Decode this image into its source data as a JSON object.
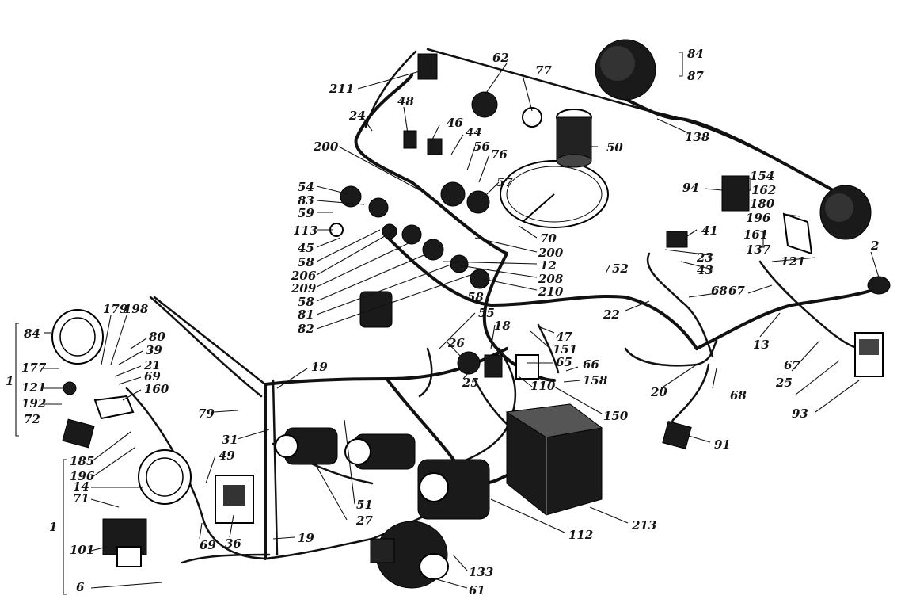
{
  "labels": {
    "l211": "211",
    "l62": "62",
    "l77": "77",
    "l84a": "84",
    "l87": "87",
    "l24": "24",
    "l48": "48",
    "l46": "46",
    "l44": "44",
    "l56": "56",
    "l76": "76",
    "l50": "50",
    "l138": "138",
    "l200a": "200",
    "l57": "57",
    "l54": "54",
    "l83": "83",
    "l59": "59",
    "l113": "113",
    "l45": "45",
    "l58a": "58",
    "l206": "206",
    "l209": "209",
    "l58b": "58",
    "l81": "81",
    "l82": "82",
    "l70": "70",
    "l200b": "200",
    "l12": "12",
    "l208": "208",
    "l210": "210",
    "l58c": "58",
    "l94": "94",
    "l154": "154",
    "l162": "162",
    "l180": "180",
    "l196a": "196",
    "l161": "161",
    "l137": "137",
    "l121a": "121",
    "l2": "2",
    "l41": "41",
    "l23a": "23",
    "l43": "43",
    "l52": "52",
    "l68a": "68",
    "l67a": "67",
    "l22": "22",
    "l13": "13",
    "l67b": "67",
    "l25a": "25",
    "l93": "93",
    "l20": "20",
    "l68b": "68",
    "l91": "91",
    "l55": "55",
    "l18": "18",
    "l47": "47",
    "l151": "151",
    "l26": "26",
    "l65": "65",
    "l66": "66",
    "l158": "158",
    "l25b": "25",
    "l110": "110",
    "l150": "150",
    "l19a": "19",
    "l79": "79",
    "l31": "31",
    "l49": "49",
    "l51": "51",
    "l27": "27",
    "l36": "36",
    "l69a": "69",
    "l19b": "19",
    "l112": "112",
    "l213": "213",
    "l133": "133",
    "l61": "61",
    "l84b": "84",
    "l179": "179",
    "l198": "198",
    "l80": "80",
    "l39": "39",
    "l177": "177",
    "l21": "21",
    "l69b": "69",
    "l160": "160",
    "l121b": "121",
    "l192": "192",
    "l72": "72",
    "l1a": "1",
    "l185": "185",
    "l196b": "196",
    "l14": "14",
    "l71": "71",
    "l1b": "1",
    "l101": "101",
    "l6": "6"
  }
}
